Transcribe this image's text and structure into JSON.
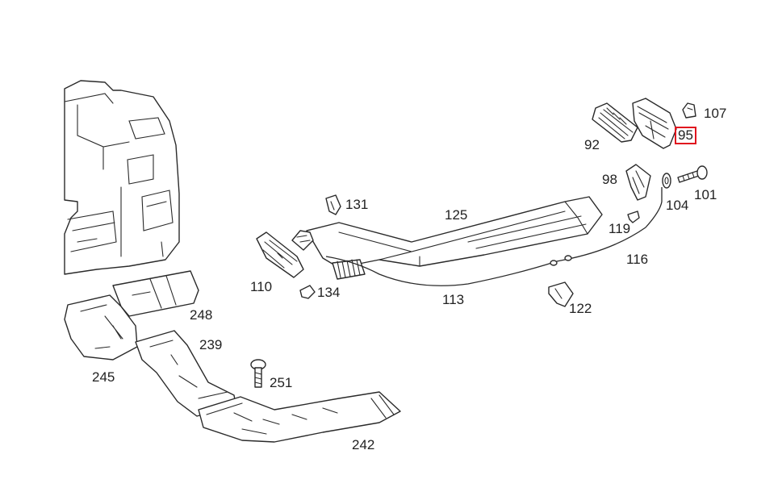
{
  "diagram": {
    "highlight_color": "#e0141e",
    "line_color": "#2a2a2a",
    "parts": [
      {
        "id": "p107",
        "label": "107"
      },
      {
        "id": "p95",
        "label": "95",
        "highlighted": true
      },
      {
        "id": "p92",
        "label": "92"
      },
      {
        "id": "p98",
        "label": "98"
      },
      {
        "id": "p101",
        "label": "101"
      },
      {
        "id": "p104",
        "label": "104"
      },
      {
        "id": "p131",
        "label": "131"
      },
      {
        "id": "p125",
        "label": "125"
      },
      {
        "id": "p119",
        "label": "119"
      },
      {
        "id": "p116",
        "label": "116"
      },
      {
        "id": "p110",
        "label": "110"
      },
      {
        "id": "p134",
        "label": "134"
      },
      {
        "id": "p113",
        "label": "113"
      },
      {
        "id": "p122",
        "label": "122"
      },
      {
        "id": "p248",
        "label": "248"
      },
      {
        "id": "p239",
        "label": "239"
      },
      {
        "id": "p245",
        "label": "245"
      },
      {
        "id": "p251",
        "label": "251"
      },
      {
        "id": "p242",
        "label": "242"
      }
    ]
  }
}
